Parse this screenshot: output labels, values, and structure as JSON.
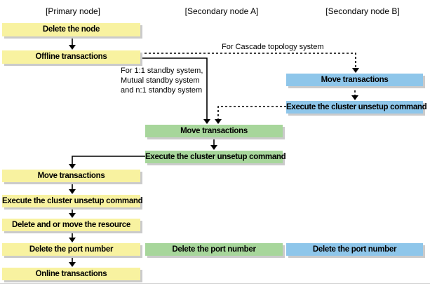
{
  "columns": {
    "primary": {
      "header": "[Primary node]",
      "fill": "#f8f2a0",
      "steps": {
        "delete_node": "Delete the node",
        "offline_transactions": "Offline transactions",
        "move_transactions": "Move transactions",
        "cluster_unsetup": "Execute the cluster unsetup command",
        "delete_move_resource": "Delete and or move the resource",
        "delete_port": "Delete the port number",
        "online_transactions": "Online transactions"
      }
    },
    "secondary_a": {
      "header": "[Secondary node A]",
      "fill": "#a7d69b",
      "steps": {
        "move_transactions": "Move transactions",
        "cluster_unsetup": "Execute the cluster unsetup command",
        "delete_port": "Delete the port number"
      }
    },
    "secondary_b": {
      "header": "[Secondary node B]",
      "fill": "#8ec6ea",
      "steps": {
        "move_transactions": "Move transactions",
        "cluster_unsetup": "Execute the cluster unsetup command",
        "delete_port": "Delete the port number"
      }
    }
  },
  "annotations": {
    "cascade": "For Cascade topology system",
    "standby": [
      "For 1:1 standby system,",
      "Mutual standby system",
      "and n:1 standby system"
    ]
  },
  "colors": {
    "primary_fill": "#f8f2a0",
    "secondary_a_fill": "#a7d69b",
    "secondary_b_fill": "#8ec6ea",
    "shadow": "#cbcbcb",
    "connector": "#000000"
  }
}
